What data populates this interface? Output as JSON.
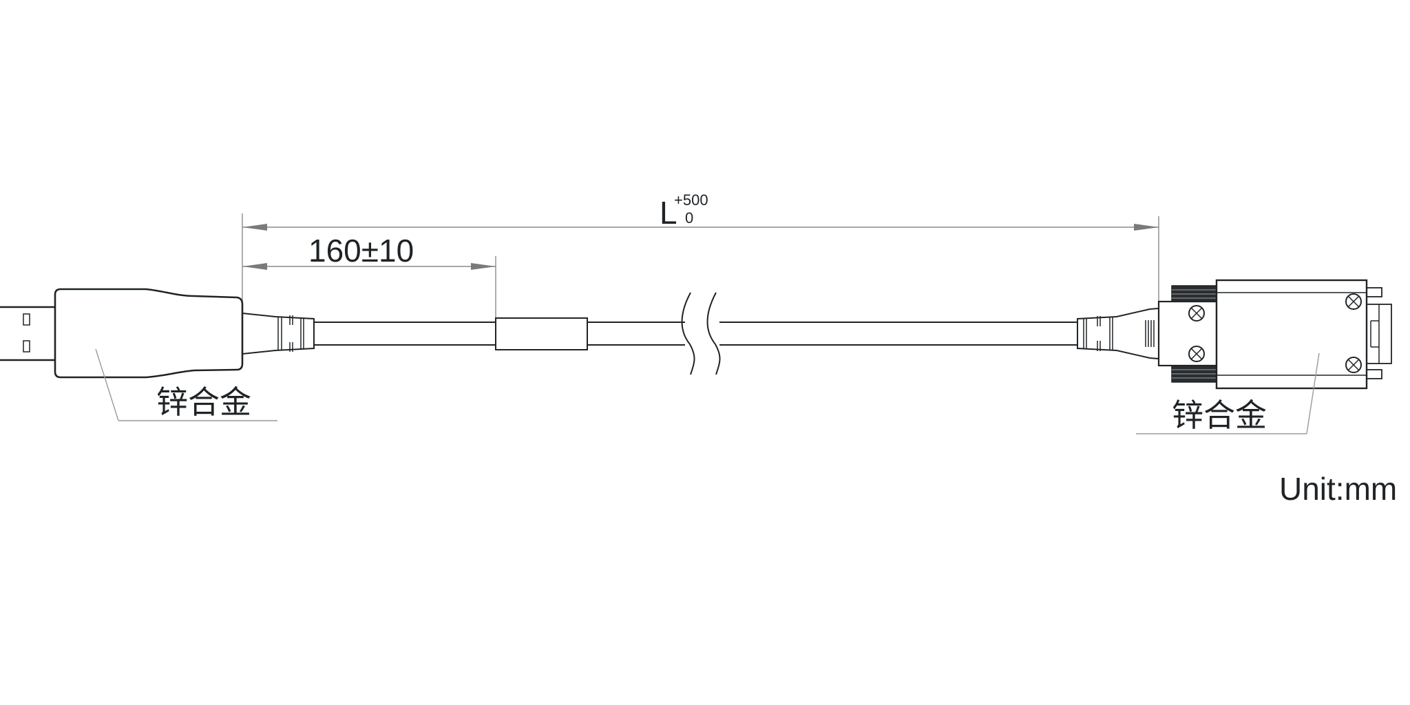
{
  "dimensions": {
    "overall_length_symbol": "L",
    "overall_length_upper_tolerance": "+500",
    "overall_length_lower_tolerance": "0",
    "segment_length": "160±10"
  },
  "annotations": {
    "left_material": "锌合金",
    "right_material": "锌合金"
  },
  "units": {
    "label": "Unit:mm"
  }
}
